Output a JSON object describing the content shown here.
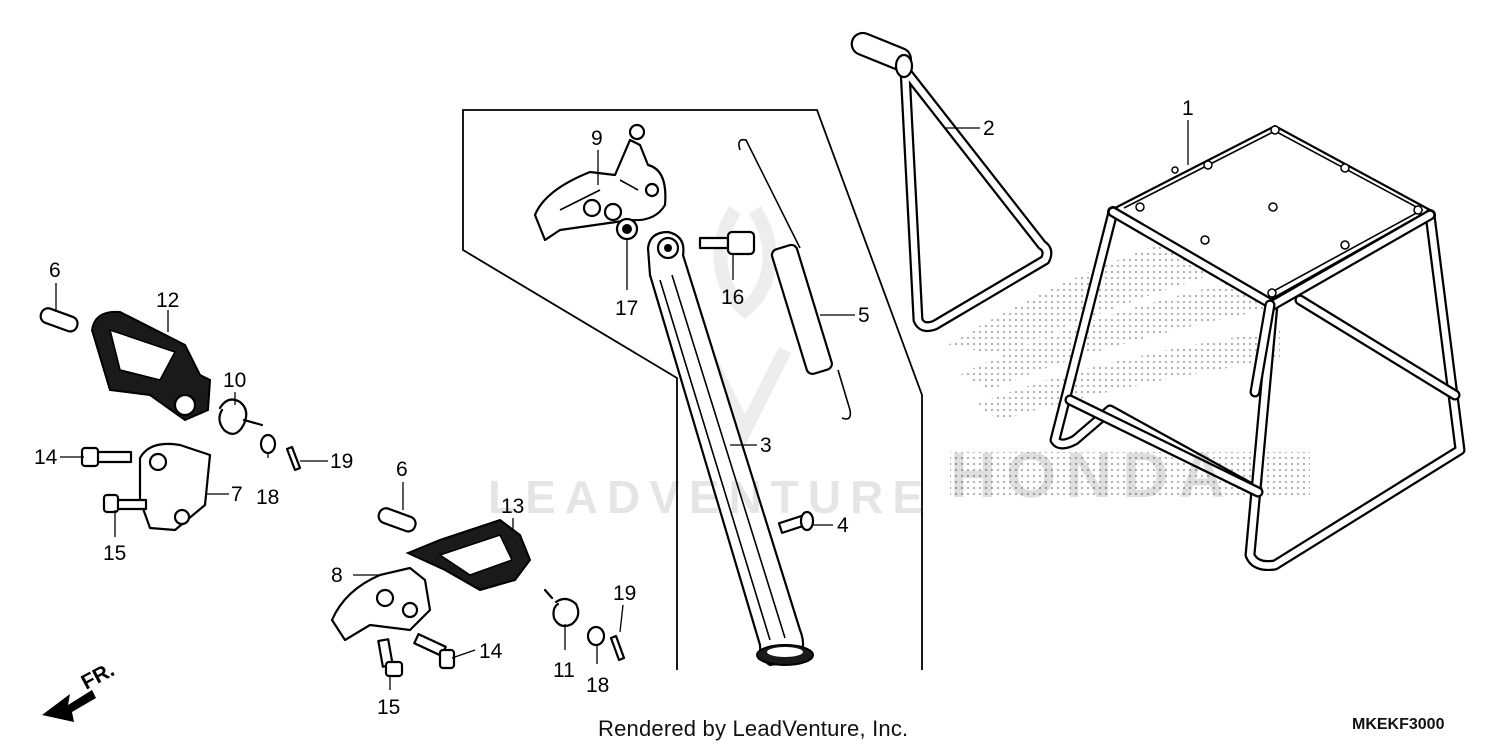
{
  "watermark": "LEADVENTURE",
  "brand_watermark": "HONDA",
  "credit": "Rendered by LeadVenture, Inc.",
  "diagram_code": "MKEKF3000",
  "direction_label": "FR.",
  "callouts": [
    "1",
    "2",
    "3",
    "4",
    "5",
    "6",
    "6",
    "7",
    "8",
    "9",
    "10",
    "11",
    "12",
    "13",
    "14",
    "14",
    "15",
    "15",
    "16",
    "17",
    "18",
    "18",
    "19",
    "19"
  ]
}
